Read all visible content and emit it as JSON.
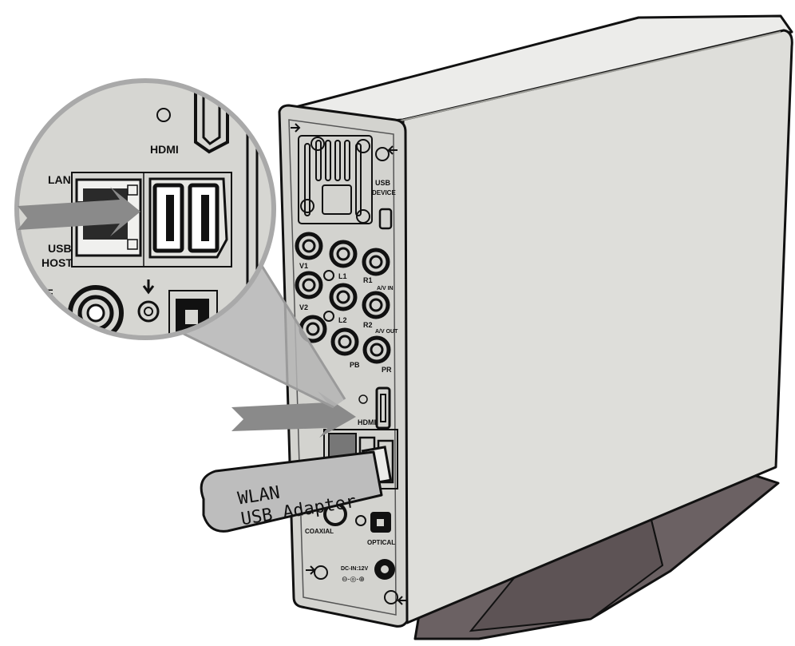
{
  "labels": {
    "lan": "LAN",
    "usb_host_line1": "USB",
    "usb_host_line2": "HOST",
    "hdmi_inset": "HDMI",
    "spdif": "DIF",
    "usb_device_line1": "USB",
    "usb_device_line2": "DEVICE",
    "v1": "V1",
    "v2": "V2",
    "l1": "L1",
    "l2": "L2",
    "r1": "R1",
    "r2": "R2",
    "av_in": "A/V IN",
    "av_out": "A/V OUT",
    "pb": "PB",
    "pr": "PR",
    "hdmi_panel": "HDMI",
    "coaxial": "COAXIAL",
    "optical": "OPTICAL",
    "dc_in": "DC-IN:12V"
  },
  "dongle": {
    "line1": "WLAN",
    "line2": "USB Adapter"
  },
  "colors": {
    "outline": "#111111",
    "casing_top": "#e6e6e2",
    "casing_side": "#dcdcd8",
    "back_panel": "#cfcfcb",
    "stand": "#6b6163",
    "stand_dark": "#55494b",
    "arrow": "#8a8a8a",
    "dongle": "#bdbdbd",
    "inset_ring": "#9a9a9a"
  }
}
